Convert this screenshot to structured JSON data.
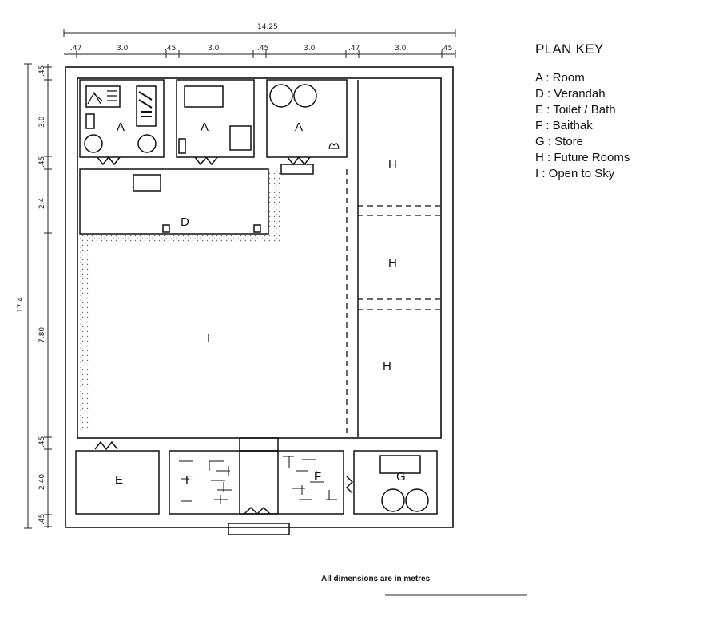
{
  "plan_key": {
    "title": "PLAN KEY",
    "items": [
      "A : Room",
      "D : Verandah",
      "E : Toilet / Bath",
      "F : Baithak",
      "G : Store",
      "H : Future Rooms",
      "I :  Open to Sky"
    ]
  },
  "room_labels": {
    "a1": "A",
    "a2": "A",
    "a3": "A",
    "d": "D",
    "h1": "H",
    "h2": "H",
    "h3": "H",
    "i": "I",
    "e": "E",
    "f1": "F",
    "f2": "F",
    "g": "G"
  },
  "dimensions": {
    "total_width": "14.25",
    "total_depth": "17.4",
    "top": [
      ".47",
      "3.0",
      ".45",
      "3.0",
      ".45",
      "3.0",
      ".47",
      "3.0",
      ".45"
    ],
    "left": [
      ".45",
      "3.0",
      ".45",
      "2.4",
      "7.80",
      ".45",
      "2.40",
      ".45"
    ]
  },
  "note": "All dimensions are in metres"
}
